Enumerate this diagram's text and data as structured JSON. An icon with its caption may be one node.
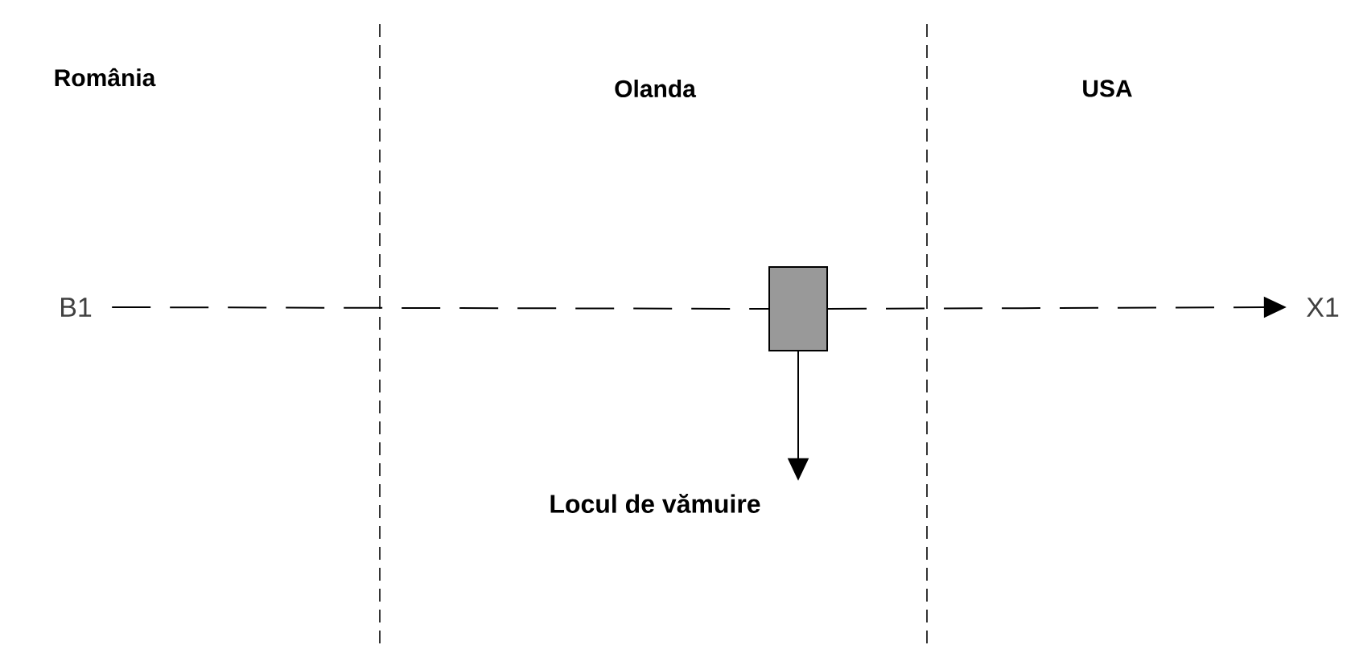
{
  "diagram": {
    "nodes": [
      {
        "text": [
          "B1"
        ]
      },
      {
        "text": [],
        "shape": "box"
      },
      {
        "text": [
          "X1"
        ]
      },
      {
        "text": [
          "Locul de vămuire"
        ]
      }
    ],
    "edges": [
      {
        "from": 0,
        "to": 1,
        "arrow": "none",
        "style": "dashed"
      },
      {
        "from": 1,
        "to": 2,
        "arrow": "to",
        "style": "dashed"
      },
      {
        "from": 1,
        "to": 3,
        "arrow": "to"
      }
    ],
    "labels": [
      "România",
      "Olanda",
      "USA"
    ]
  }
}
